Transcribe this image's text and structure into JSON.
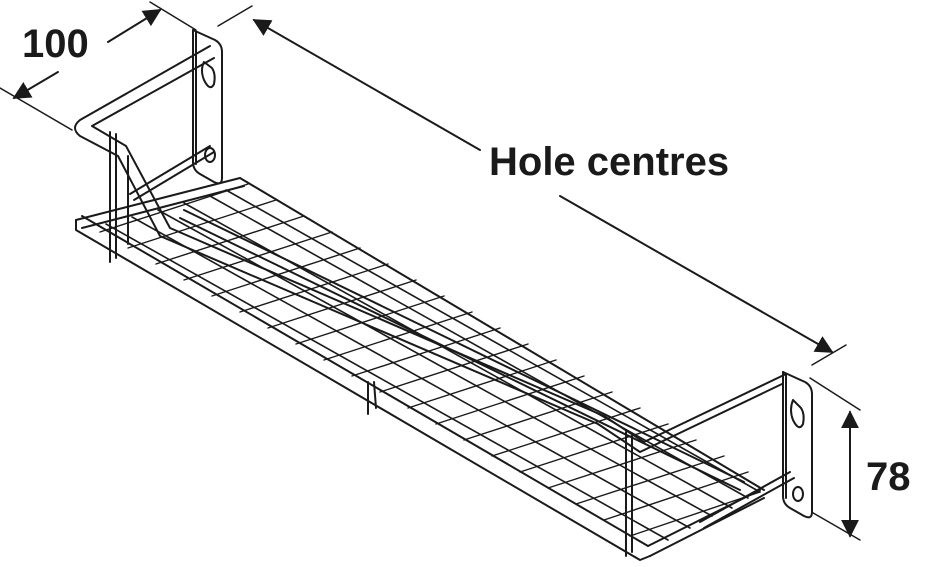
{
  "dimensions": {
    "depth_label": "100",
    "length_label": "Hole centres",
    "height_label": "78"
  },
  "colors": {
    "line": "#1a1a1a",
    "background": "#ffffff"
  }
}
